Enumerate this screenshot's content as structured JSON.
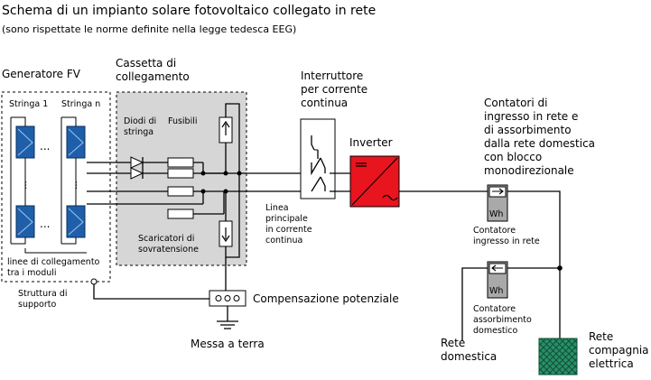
{
  "title": "Schema di un impianto solare fotovoltaico collegato in rete",
  "subtitle": "(sono rispettate le norme definite nella legge tedesca EEG)",
  "labels": {
    "generator": "Generatore FV",
    "string1": "Stringa 1",
    "stringn": "Stringa n",
    "junction_box_1": "Cassetta di",
    "junction_box_2": "collegamento",
    "string_diodes_1": "Diodi di",
    "string_diodes_2": "stringa",
    "fuses": "Fusibili",
    "surge_1": "Scaricatori di",
    "surge_2": "sovratensione",
    "module_lines_1": "linee di collegamento",
    "module_lines_2": "tra i moduli",
    "support_1": "Struttura di",
    "support_2": "supporto",
    "equipotential": "Compensazione potenziale",
    "earth": "Messa a terra",
    "dc_switch_1": "Interruttore",
    "dc_switch_2": "per corrente",
    "dc_switch_3": "continua",
    "dc_main_1": "Linea",
    "dc_main_2": "principale",
    "dc_main_3": "in corrente",
    "dc_main_4": "continua",
    "inverter": "Inverter",
    "meters_1": "Contatori di",
    "meters_2": "ingresso in rete e",
    "meters_3": "di assorbimento",
    "meters_4": "dalla rete domestica",
    "meters_5": "con blocco",
    "meters_6": "monodirezionale",
    "meter_unit": "Wh",
    "feed_meter_1": "Contatore",
    "feed_meter_2": "ingresso in rete",
    "cons_meter_1": "Contatore",
    "cons_meter_2": "assorbimento",
    "cons_meter_3": "domestico",
    "home_grid_1": "Rete",
    "home_grid_2": "domestica",
    "utility_1": "Rete",
    "utility_2": "compagnia",
    "utility_3": "elettrica",
    "dots": "..."
  },
  "colors": {
    "panel": "#1f5faa",
    "panel_light": "#4f8fd0",
    "junction_fill": "#d6d6d6",
    "inverter": "#e8141e",
    "meter": "#a9a9a9",
    "grid": "#2a8f6a"
  }
}
